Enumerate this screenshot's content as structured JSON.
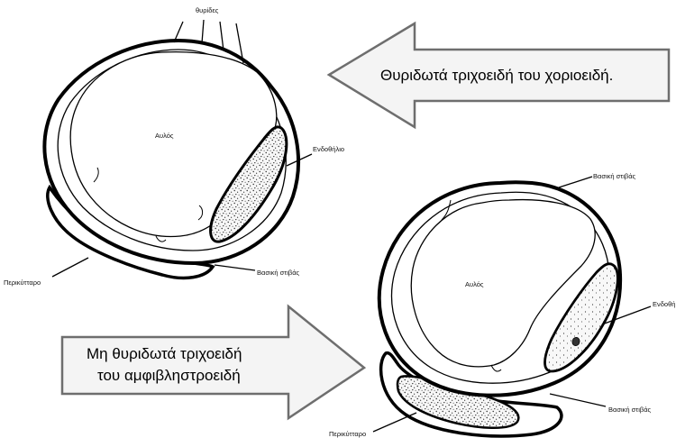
{
  "figures": {
    "choroid": {
      "labels": {
        "fenestrae": "θυρίδες",
        "lumen": "Αυλός",
        "endothelium": "Ενδοθήλιο",
        "pericyte": "Περικύτταρο",
        "basal_lamina": "Βασική στιβάς"
      }
    },
    "retina": {
      "labels": {
        "basal_lamina_top": "Βασική στιβάς",
        "lumen": "Αυλός",
        "endothelium": "Ενδοθή",
        "basal_lamina_bottom": "Βασική στιβάς",
        "pericyte": "Περικύτταρο"
      }
    }
  },
  "callouts": {
    "fenestrated": {
      "text": "Θυριδωτά τριχοειδή του χοριοειδή."
    },
    "non_fenestrated": {
      "line1": "Μη θυριδωτά τριχοειδή",
      "line2": "του αμφιβληστροειδή"
    }
  },
  "colors": {
    "ink": "#000000",
    "arrow_fill": "#f4f4f4",
    "arrow_stroke": "#6e6e6e",
    "stipple_bg": "#f7f7f7"
  }
}
